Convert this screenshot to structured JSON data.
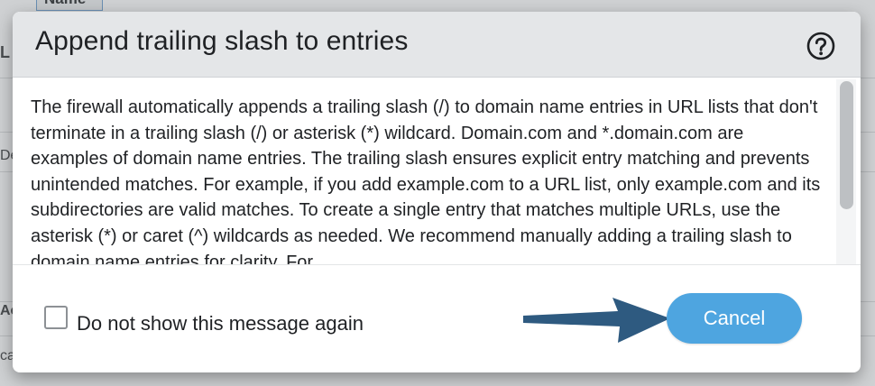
{
  "background": {
    "column_header": "Name",
    "fragments": [
      "L",
      "De",
      "Ac",
      "ca"
    ]
  },
  "dialog": {
    "title": "Append trailing slash to entries",
    "help_icon": "help-circle-icon",
    "body_text": "The firewall automatically appends a trailing slash (/) to domain name entries in URL lists that don't terminate in a trailing slash (/) or asterisk (*) wildcard. Domain.com and *.domain.com are examples of domain name entries. The trailing slash ensures explicit entry matching and prevents unintended matches. For example, if you add example.com to a URL list, only example.com and its subdirectories are valid matches. To create a single entry that matches multiple URLs, use the asterisk (*) or caret (^) wildcards as needed. We recommend manually adding a trailing slash to domain name entries for clarity. For",
    "checkbox": {
      "label": "Do not show this message again",
      "checked": false
    },
    "cancel_label": "Cancel",
    "annotation_icon": "arrow-right-annotation-icon"
  },
  "colors": {
    "dialog_header": "#e4e6e8",
    "cancel_button": "#4ea5e0",
    "annotation_arrow": "#2e5a80"
  }
}
